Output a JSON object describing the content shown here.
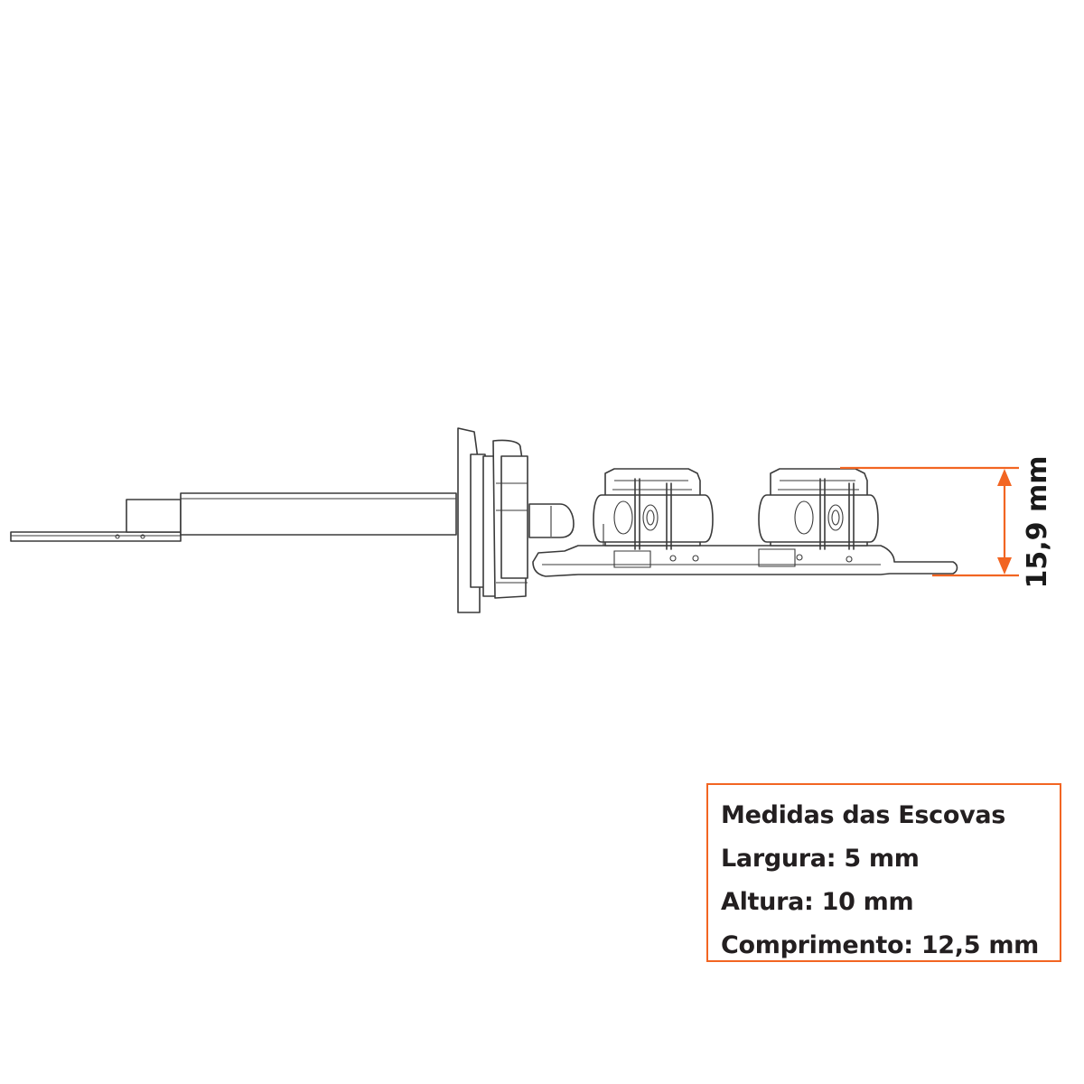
{
  "dimension": {
    "label": "15,9 mm",
    "color": "#f26522"
  },
  "specs": {
    "title": "Medidas das Escovas",
    "width_label": "Largura: 5 mm",
    "height_label": "Altura: 10 mm",
    "length_label": "Comprimento: 12,5 mm",
    "border_color": "#f26522"
  }
}
